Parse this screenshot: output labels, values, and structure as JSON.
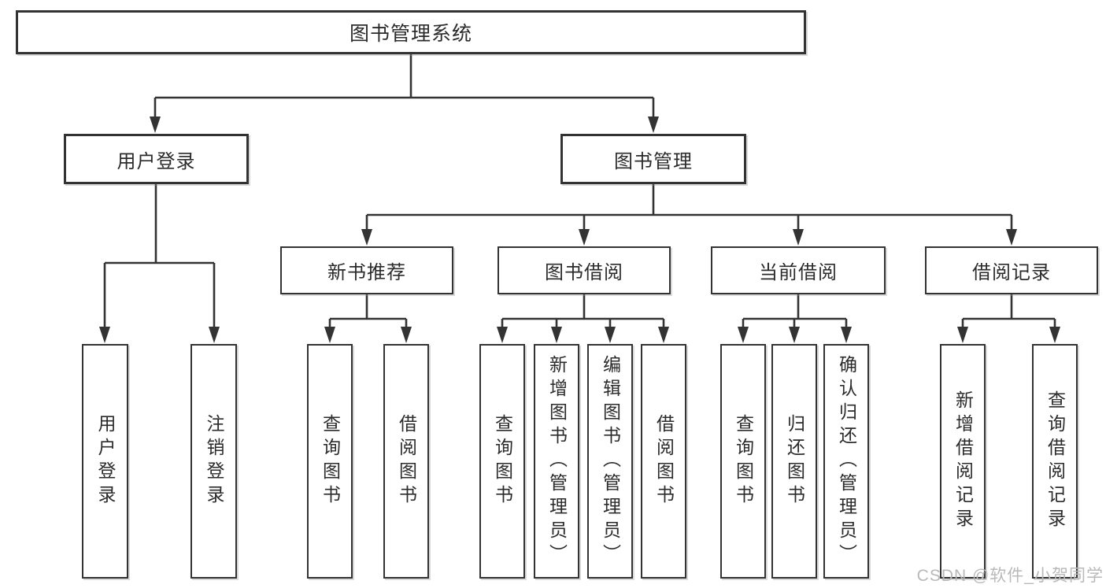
{
  "diagram": {
    "root": {
      "label": "图书管理系统"
    },
    "level2": [
      {
        "label": "用户登录"
      },
      {
        "label": "图书管理"
      }
    ],
    "level3": [
      {
        "label": "新书推荐"
      },
      {
        "label": "图书借阅"
      },
      {
        "label": "当前借阅"
      },
      {
        "label": "借阅记录"
      }
    ],
    "leaves": [
      {
        "label": "用户登录"
      },
      {
        "label": "注销登录"
      },
      {
        "label": "查询图书"
      },
      {
        "label": "借阅图书"
      },
      {
        "label": "查询图书"
      },
      {
        "label": "新增图书（管理员）"
      },
      {
        "label": "编辑图书（管理员）"
      },
      {
        "label": "借阅图书"
      },
      {
        "label": "查询图书"
      },
      {
        "label": "归还图书"
      },
      {
        "label": "确认归还（管理员）"
      },
      {
        "label": "新增借阅记录"
      },
      {
        "label": "查询借阅记录"
      }
    ]
  },
  "watermark": {
    "text": "CSDN @软件_小贺同学"
  },
  "colors": {
    "line": "#333333",
    "box_border": "#333333",
    "text": "#2b2b2b",
    "watermark": "#b9b9b9"
  }
}
